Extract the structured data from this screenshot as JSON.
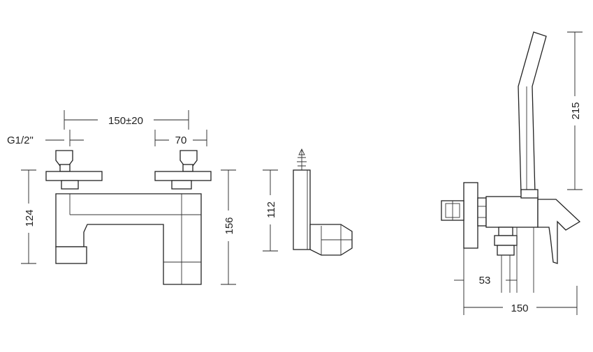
{
  "dimensions": {
    "center_distance": "150±20",
    "thread": "G1/2\"",
    "offset": "70",
    "height_body": "124",
    "height_total": "156",
    "side_height": "112",
    "shower_height": "215",
    "outlet_offset": "53",
    "depth": "150"
  }
}
